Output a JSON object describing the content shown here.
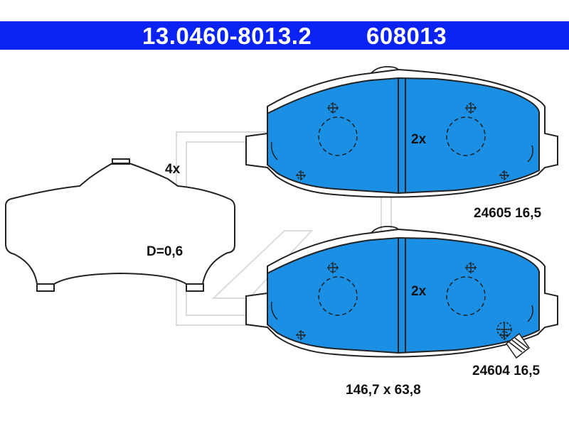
{
  "header": {
    "part_number": "13.0460-8013.2",
    "ref_number": "608013"
  },
  "colors": {
    "header_bg": "#0a22f2",
    "pad_fill": "#1a8fe3",
    "line": "#222222"
  },
  "labels": {
    "shim_quantity": "4x",
    "shim_thickness": "D=0,6",
    "pad_top_quantity": "2x",
    "pad_top_spec": "24605 16,5",
    "pad_bottom_quantity": "2x",
    "pad_bottom_spec": "24604 16,5",
    "dimensions": "146,7 x 63,8"
  },
  "icons": {
    "watermark": "ate-logo-watermark",
    "wear_sensor": "wear-indicator-icon"
  }
}
